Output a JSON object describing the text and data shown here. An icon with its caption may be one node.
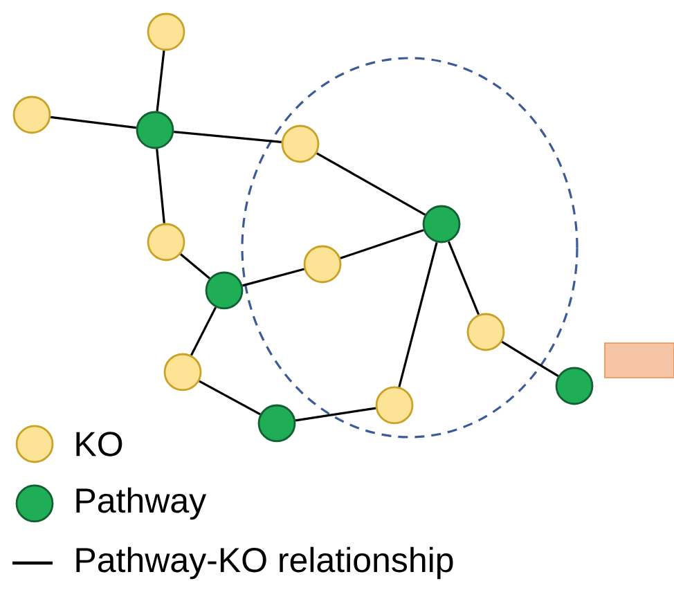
{
  "diagram": {
    "nodes": [
      {
        "text": [],
        "shape": "circle"
      },
      {
        "text": [],
        "shape": "circle"
      },
      {
        "text": [],
        "shape": "circle"
      },
      {
        "text": [],
        "shape": "circle"
      },
      {
        "text": [],
        "shape": "circle"
      },
      {
        "text": [],
        "shape": "circle"
      },
      {
        "text": [],
        "shape": "circle"
      },
      {
        "text": [],
        "shape": "circle"
      },
      {
        "text": [],
        "shape": "circle"
      },
      {
        "text": [],
        "shape": "circle"
      },
      {
        "text": [],
        "shape": "circle"
      },
      {
        "text": [],
        "shape": "circle"
      },
      {
        "text": [],
        "shape": "circle"
      }
    ],
    "edges": [
      {
        "from": 0,
        "to": 2,
        "arrow": "none"
      },
      {
        "from": 1,
        "to": 2,
        "arrow": "none"
      },
      {
        "from": 2,
        "to": 3,
        "arrow": "none"
      },
      {
        "from": 2,
        "to": 5,
        "arrow": "none"
      },
      {
        "from": 3,
        "to": 4,
        "arrow": "none"
      },
      {
        "from": 5,
        "to": 7,
        "arrow": "none"
      },
      {
        "from": 7,
        "to": 6,
        "arrow": "none"
      },
      {
        "from": 6,
        "to": 4,
        "arrow": "none"
      },
      {
        "from": 4,
        "to": 8,
        "arrow": "none"
      },
      {
        "from": 8,
        "to": 10,
        "arrow": "none"
      },
      {
        "from": 4,
        "to": 11,
        "arrow": "none"
      },
      {
        "from": 7,
        "to": 9,
        "arrow": "none"
      },
      {
        "from": 9,
        "to": 12,
        "arrow": "none"
      },
      {
        "from": 12,
        "to": 11,
        "arrow": "none"
      }
    ],
    "legend": [
      {
        "text": "KO",
        "color": "#fde396"
      },
      {
        "text": "Pathway",
        "color": "#1fae55"
      },
      {
        "text": "Pathway-KO relationship"
      }
    ]
  }
}
